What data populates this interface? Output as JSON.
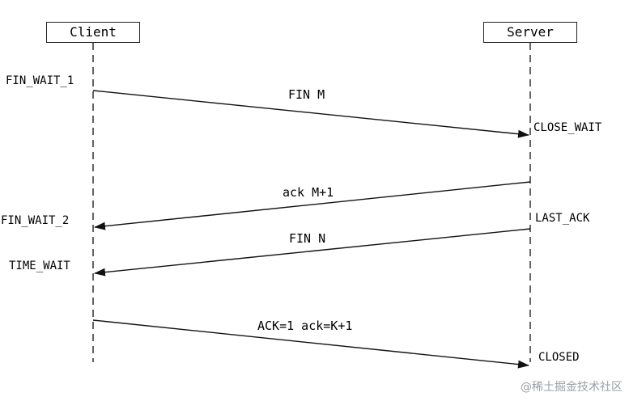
{
  "actors": {
    "client": "Client",
    "server": "Server"
  },
  "client_states": {
    "fin_wait_1": "FIN_WAIT_1",
    "fin_wait_2": "FIN_WAIT_2",
    "time_wait": "TIME_WAIT"
  },
  "server_states": {
    "close_wait": "CLOSE_WAIT",
    "last_ack": "LAST_ACK",
    "closed": "CLOSED"
  },
  "messages": {
    "fin_m": "FIN M",
    "ack_m1": "ack M+1",
    "fin_n": "FIN N",
    "ack_final": "ACK=1 ack=K+1"
  },
  "watermark": "@稀土掘金技术社区",
  "colors": {
    "line": "#111111",
    "watermark": "#9aa0a6"
  }
}
